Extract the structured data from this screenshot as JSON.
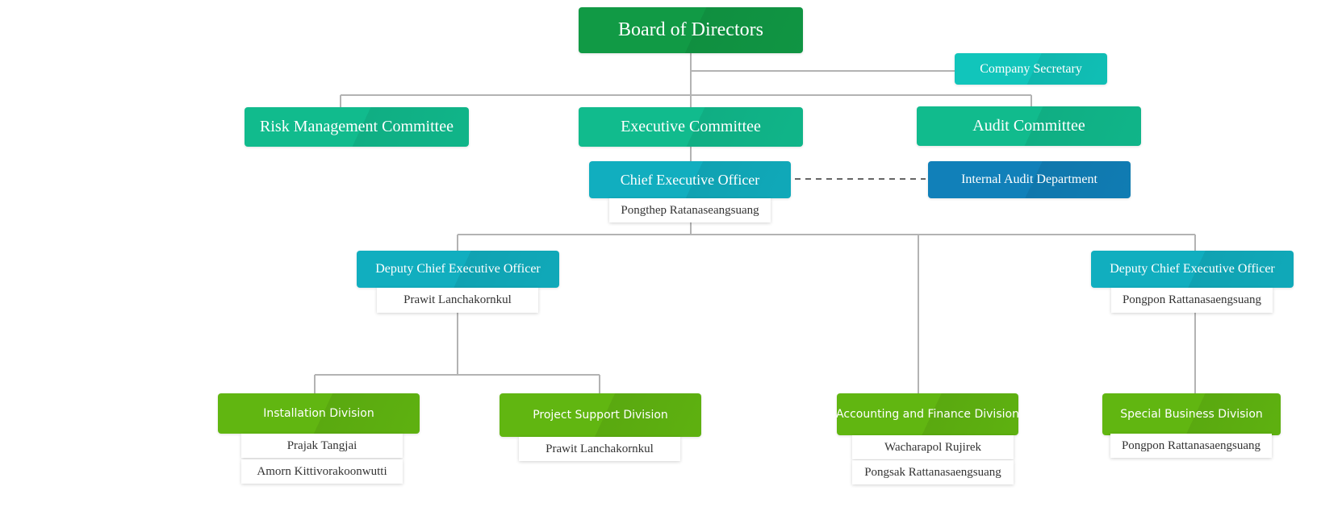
{
  "colors": {
    "connector": "#b3b3b3",
    "dashed": "#666666",
    "board": "#119a45",
    "committee": "#11bb8d",
    "secretary": "#11c5bb",
    "officer": "#11aebf",
    "internal_audit": "#1180b9",
    "division": "#61b611"
  },
  "board": {
    "title": "Board of Directors"
  },
  "secretary": {
    "title": "Company Secretary"
  },
  "committees": {
    "risk": "Risk Management Committee",
    "executive": "Executive Committee",
    "audit": "Audit Committee"
  },
  "ceo": {
    "title": "Chief Executive Officer",
    "name": "Pongthep Ratanaseangsuang"
  },
  "internal_audit": {
    "title": "Internal Audit Department"
  },
  "deputies": {
    "left": {
      "title": "Deputy Chief Executive Officer",
      "name": "Prawit Lanchakornkul"
    },
    "right": {
      "title": "Deputy Chief Executive Officer",
      "name": "Pongpon Rattanasaengsuang"
    }
  },
  "divisions": {
    "installation": {
      "title": "Installation Division",
      "names": [
        "Prajak Tangjai",
        "Amorn Kittivorakoonwutti"
      ]
    },
    "project_support": {
      "title": "Project Support Division",
      "names": [
        "Prawit Lanchakornkul"
      ]
    },
    "accounting": {
      "title": "Accounting and Finance Division",
      "names": [
        "Wacharapol  Rujirek",
        "Pongsak Rattanasaengsuang"
      ]
    },
    "special": {
      "title": "Special Business Division",
      "names": [
        "Pongpon Rattanasaengsuang"
      ]
    }
  }
}
